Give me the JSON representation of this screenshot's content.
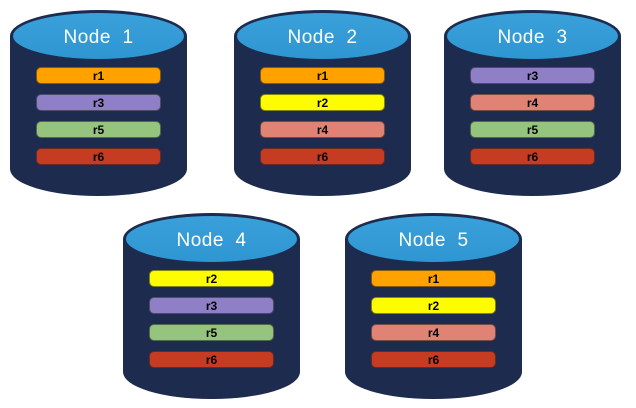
{
  "diagram": {
    "background": "#ffffff",
    "cylinder": {
      "body_color": "#1c2b4e",
      "top_color": "#2e96d1",
      "top_gradient_light": "#3aa0da",
      "outline_color": "#1c2b4e",
      "label_color": "#ffffff"
    },
    "replica_colors": {
      "r1": "#ffa200",
      "r2": "#fdfd00",
      "r3": "#8f7fc6",
      "r4": "#e18374",
      "r5": "#94c47e",
      "r6": "#c63c23"
    },
    "nodes": [
      {
        "label": "Node  1",
        "replicas": [
          "r1",
          "r3",
          "r5",
          "r6"
        ]
      },
      {
        "label": "Node  2",
        "replicas": [
          "r1",
          "r2",
          "r4",
          "r6"
        ]
      },
      {
        "label": "Node  3",
        "replicas": [
          "r3",
          "r4",
          "r5",
          "r6"
        ]
      },
      {
        "label": "Node  4",
        "replicas": [
          "r2",
          "r3",
          "r5",
          "r6"
        ]
      },
      {
        "label": "Node  5",
        "replicas": [
          "r1",
          "r2",
          "r4",
          "r6"
        ]
      }
    ]
  }
}
